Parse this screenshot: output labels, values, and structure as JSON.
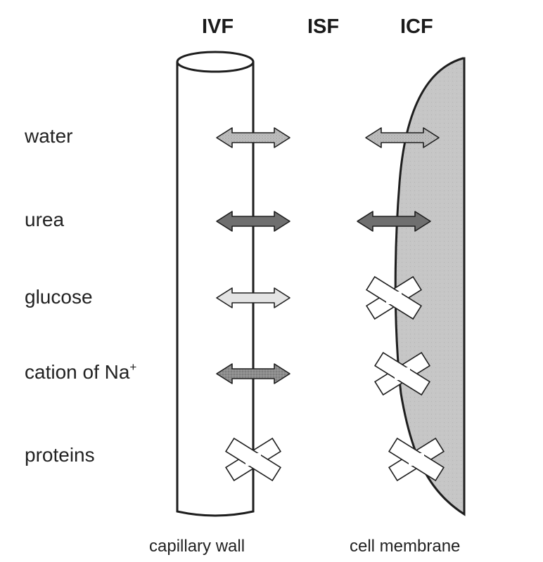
{
  "headers": {
    "ivf": "IVF",
    "isf": "ISF",
    "icf": "ICF"
  },
  "rows": [
    {
      "label": "water",
      "label_sup": "",
      "capillary_wall": "passes",
      "cell_membrane": "passes",
      "arrow_style": "speckled-light",
      "arrow_color": "#b8b8b8"
    },
    {
      "label": "urea",
      "label_sup": "",
      "capillary_wall": "passes",
      "cell_membrane": "passes",
      "arrow_style": "solid-dark",
      "arrow_color": "#6f6f6f"
    },
    {
      "label": "glucose",
      "label_sup": "",
      "capillary_wall": "passes",
      "cell_membrane": "blocked",
      "arrow_style": "solid-light",
      "arrow_color": "#e4e4e4"
    },
    {
      "label": "cation of Na",
      "label_sup": "+",
      "capillary_wall": "passes",
      "cell_membrane": "blocked",
      "arrow_style": "speckled-medium",
      "arrow_color": "#9a9a9a"
    },
    {
      "label": "proteins",
      "label_sup": "",
      "capillary_wall": "blocked",
      "cell_membrane": "blocked",
      "arrow_style": "none",
      "arrow_color": ""
    }
  ],
  "captions": {
    "capillary_wall": "capillary wall",
    "cell_membrane": "cell membrane"
  },
  "colors": {
    "cell_fill": "#c4c4c4",
    "outline": "#1e1e1e",
    "blocked_fill": "#ffffff"
  },
  "icons": {
    "transport": "double-headed-arrow",
    "blocked": "cross-mark"
  }
}
